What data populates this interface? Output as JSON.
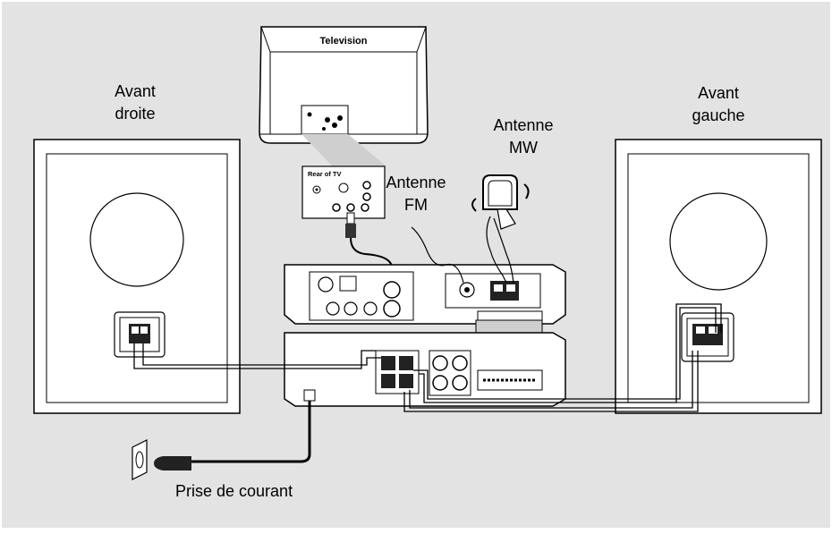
{
  "colors": {
    "background": "#e3e3e3",
    "device_fill": "#ffffff",
    "line": "#000000",
    "tv_screen_shadow": "#cfcfcf"
  },
  "labels": {
    "speaker_right_line1": "Avant",
    "speaker_right_line2": "droite",
    "speaker_left_line1": "Avant",
    "speaker_left_line2": "gauche",
    "mw_antenna_line1": "Antenne",
    "mw_antenna_line2": "MW",
    "fm_antenna_line1": "Antenne",
    "fm_antenna_line2": "FM",
    "power_outlet": "Prise de courant"
  },
  "tv": {
    "title": "Television",
    "rear_label": "Rear of TV"
  },
  "icons": [
    "speaker-icon",
    "television-icon",
    "fm-antenna-icon",
    "mw-loop-antenna-icon",
    "power-plug-icon",
    "wall-outlet-icon"
  ]
}
